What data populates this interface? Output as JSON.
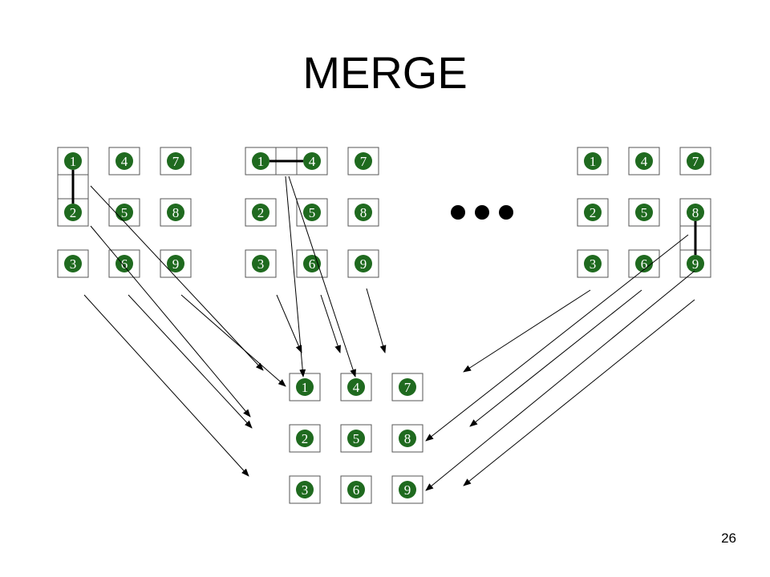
{
  "title": "MERGE",
  "slide_number": "26",
  "grid_labels": [
    "1",
    "2",
    "3",
    "4",
    "5",
    "6",
    "7",
    "8",
    "9"
  ],
  "colors": {
    "node_fill": "#1f6a1f",
    "node_text": "#ffffff",
    "box_stroke": "#555555",
    "line": "#000000"
  },
  "grids": [
    {
      "name": "grid-top-left",
      "link": [
        "1",
        "2"
      ]
    },
    {
      "name": "grid-top-middle",
      "link": [
        "1",
        "4"
      ]
    },
    {
      "name": "grid-top-right",
      "link": [
        "8",
        "9"
      ]
    },
    {
      "name": "grid-merged",
      "link": null
    }
  ],
  "ellipsis": "three-dots"
}
